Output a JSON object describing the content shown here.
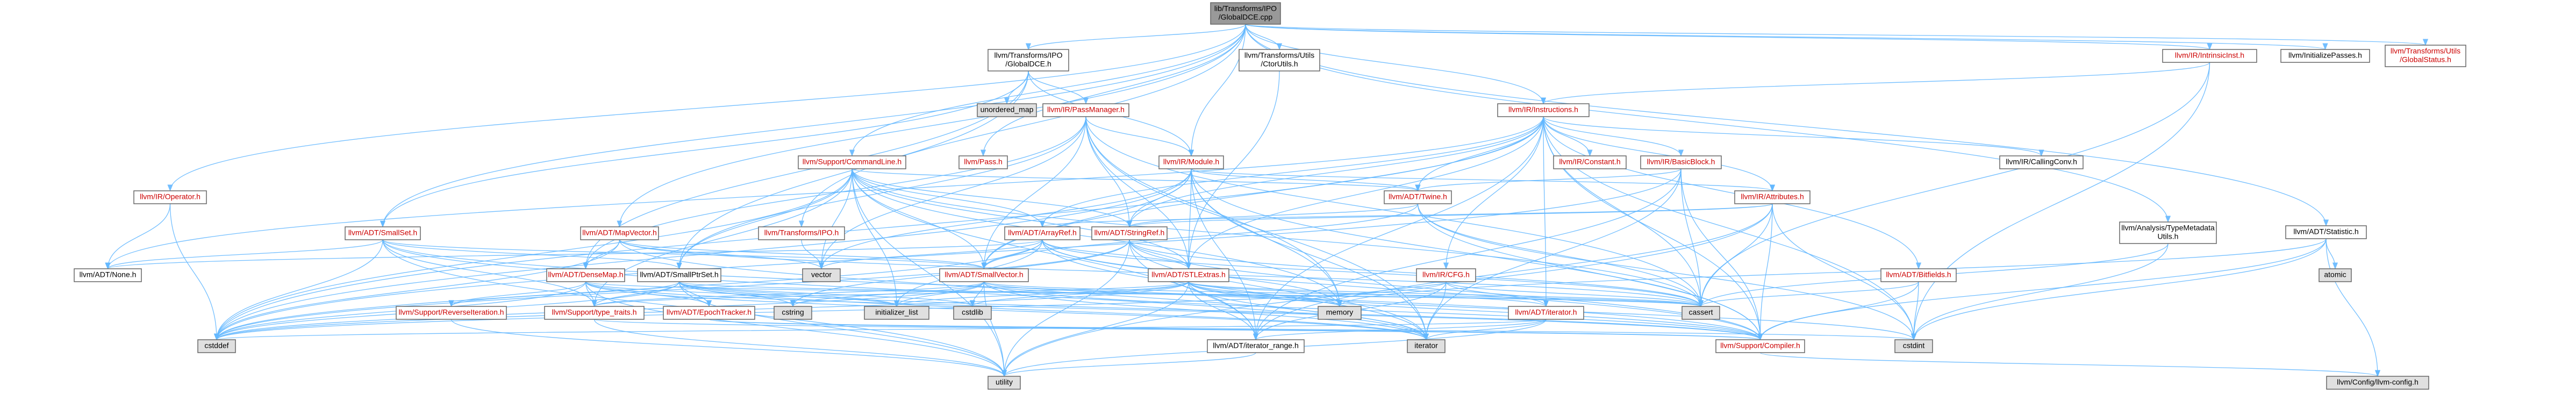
{
  "colors": {
    "root_fill": "#999999",
    "normal_fill": "#ffffff",
    "gray_fill": "#e0e0e0",
    "red_text": "#cc0000",
    "black_text": "#000000",
    "edge": "#63b8ff",
    "border": "#666666"
  },
  "nodes": [
    {
      "id": "root",
      "lines": [
        "lib/Transforms/IPO",
        "/GlobalDCE.cpp"
      ],
      "style": "root"
    },
    {
      "id": "globaldce_h",
      "lines": [
        "llvm/Transforms/IPO",
        "/GlobalDCE.h"
      ],
      "style": "normal"
    },
    {
      "id": "unordered_map",
      "lines": [
        "unordered_map"
      ],
      "style": "gray"
    },
    {
      "id": "passmanager_h",
      "lines": [
        "llvm/IR/PassManager.h"
      ],
      "style": "red"
    },
    {
      "id": "pass_h",
      "lines": [
        "llvm/Pass.h"
      ],
      "style": "red"
    },
    {
      "id": "cloneutils_h",
      "lines": [
        "llvm/Transforms/Utils",
        "/CtorUtils.h"
      ],
      "style": "normal"
    },
    {
      "id": "instructions_h",
      "lines": [
        "llvm/IR/Instructions.h"
      ],
      "style": "red"
    },
    {
      "id": "intrinsicinst_h",
      "lines": [
        "llvm/IR/IntrinsicInst.h"
      ],
      "style": "red"
    },
    {
      "id": "initializepasses_h",
      "lines": [
        "llvm/InitializePasses.h"
      ],
      "style": "normal"
    },
    {
      "id": "globalstatus_h",
      "lines": [
        "llvm/Transforms/Utils",
        "/GlobalStatus.h"
      ],
      "style": "red"
    },
    {
      "id": "commandline_h",
      "lines": [
        "llvm/Support/CommandLine.h"
      ],
      "style": "red"
    },
    {
      "id": "module_h",
      "lines": [
        "llvm/IR/Module.h"
      ],
      "style": "red"
    },
    {
      "id": "constant_h",
      "lines": [
        "llvm/IR/Constant.h"
      ],
      "style": "red"
    },
    {
      "id": "basicblock_h",
      "lines": [
        "llvm/IR/BasicBlock.h"
      ],
      "style": "red"
    },
    {
      "id": "callingconv_h",
      "lines": [
        "llvm/IR/CallingConv.h"
      ],
      "style": "normal"
    },
    {
      "id": "operator_h",
      "lines": [
        "llvm/IR/Operator.h"
      ],
      "style": "red"
    },
    {
      "id": "twine_h",
      "lines": [
        "llvm/ADT/Twine.h"
      ],
      "style": "red"
    },
    {
      "id": "attributes_h",
      "lines": [
        "llvm/IR/Attributes.h"
      ],
      "style": "red"
    },
    {
      "id": "typemetadatautils_h",
      "lines": [
        "llvm/Analysis/TypeMetadata",
        "Utils.h"
      ],
      "style": "normal"
    },
    {
      "id": "statistic_h",
      "lines": [
        "llvm/ADT/Statistic.h"
      ],
      "style": "normal"
    },
    {
      "id": "smallset_h",
      "lines": [
        "llvm/ADT/SmallSet.h"
      ],
      "style": "red"
    },
    {
      "id": "mapvector_h",
      "lines": [
        "llvm/ADT/MapVector.h"
      ],
      "style": "red"
    },
    {
      "id": "ipo_h",
      "lines": [
        "llvm/Transforms/IPO.h"
      ],
      "style": "red"
    },
    {
      "id": "arrayref_h",
      "lines": [
        "llvm/ADT/ArrayRef.h"
      ],
      "style": "red"
    },
    {
      "id": "stringref_h",
      "lines": [
        "llvm/ADT/StringRef.h"
      ],
      "style": "red"
    },
    {
      "id": "cfg_h",
      "lines": [
        "llvm/IR/CFG.h"
      ],
      "style": "red"
    },
    {
      "id": "bitfields_h",
      "lines": [
        "llvm/ADT/Bitfields.h"
      ],
      "style": "red"
    },
    {
      "id": "atomic",
      "lines": [
        "atomic"
      ],
      "style": "gray"
    },
    {
      "id": "none_h",
      "lines": [
        "llvm/ADT/None.h"
      ],
      "style": "normal"
    },
    {
      "id": "densemap_h",
      "lines": [
        "llvm/ADT/DenseMap.h"
      ],
      "style": "red"
    },
    {
      "id": "smallptrset_h",
      "lines": [
        "llvm/ADT/SmallPtrSet.h"
      ],
      "style": "normal"
    },
    {
      "id": "vector",
      "lines": [
        "vector"
      ],
      "style": "gray"
    },
    {
      "id": "smallvector_h",
      "lines": [
        "llvm/ADT/SmallVector.h"
      ],
      "style": "red"
    },
    {
      "id": "stlextras_h",
      "lines": [
        "llvm/ADT/STLExtras.h"
      ],
      "style": "red"
    },
    {
      "id": "reverseiteration_h",
      "lines": [
        "llvm/Support/ReverseIteration.h"
      ],
      "style": "red"
    },
    {
      "id": "type_traits_h",
      "lines": [
        "llvm/Support/type_traits.h"
      ],
      "style": "red"
    },
    {
      "id": "cstring",
      "lines": [
        "cstring"
      ],
      "style": "gray"
    },
    {
      "id": "epochtracker_h",
      "lines": [
        "llvm/ADT/EpochTracker.h"
      ],
      "style": "red"
    },
    {
      "id": "initializer_list",
      "lines": [
        "initializer_list"
      ],
      "style": "gray"
    },
    {
      "id": "cstdlib",
      "lines": [
        "cstdlib"
      ],
      "style": "gray"
    },
    {
      "id": "memory",
      "lines": [
        "memory"
      ],
      "style": "gray"
    },
    {
      "id": "iterator_h",
      "lines": [
        "llvm/ADT/iterator.h"
      ],
      "style": "red"
    },
    {
      "id": "cassert",
      "lines": [
        "cassert"
      ],
      "style": "gray"
    },
    {
      "id": "cstddef",
      "lines": [
        "cstddef"
      ],
      "style": "gray"
    },
    {
      "id": "iterator_range_h",
      "lines": [
        "llvm/ADT/iterator_range.h"
      ],
      "style": "normal"
    },
    {
      "id": "iterator",
      "lines": [
        "iterator"
      ],
      "style": "gray"
    },
    {
      "id": "compiler_h",
      "lines": [
        "llvm/Support/Compiler.h"
      ],
      "style": "red"
    },
    {
      "id": "cstdint",
      "lines": [
        "cstdint"
      ],
      "style": "gray"
    },
    {
      "id": "utility",
      "lines": [
        "utility"
      ],
      "style": "gray"
    },
    {
      "id": "llvm_config_h",
      "lines": [
        "llvm/Config/llvm-config.h"
      ],
      "style": "gray"
    }
  ]
}
